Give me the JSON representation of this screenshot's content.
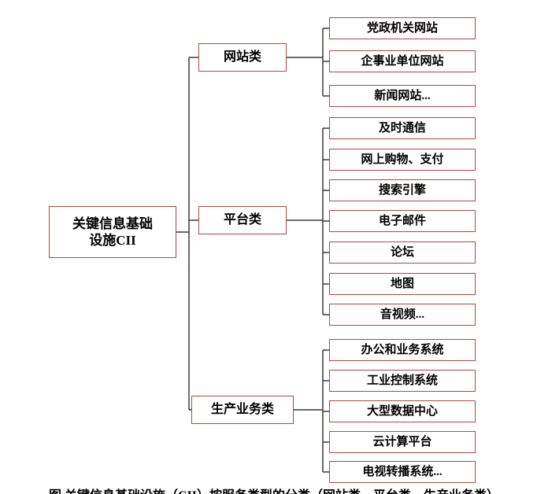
{
  "colors": {
    "background": "#ffffff",
    "box_border": "#ad4a42",
    "line": "#3a3a3a",
    "text": "#000000"
  },
  "diagram": {
    "root": {
      "label_line1": "关键信息基础",
      "label_line2": "设施CII"
    },
    "branches": [
      {
        "label": "网站类",
        "children": [
          "党政机关网站",
          "企事业单位网站",
          "新闻网站..."
        ]
      },
      {
        "label": "平台类",
        "children": [
          "及时通信",
          "网上购物、支付",
          "搜索引擎",
          "电子邮件",
          "论坛",
          "地图",
          "音视频..."
        ]
      },
      {
        "label": "生产业务类",
        "children": [
          "办公和业务系统",
          "工业控制系统",
          "大型数据中心",
          "云计算平台",
          "电视转播系统..."
        ]
      }
    ],
    "caption_cutoff_text": "图 关键信息基础设施（CII）按服务类型的分类（网站类、平台类、生产业务类）"
  }
}
